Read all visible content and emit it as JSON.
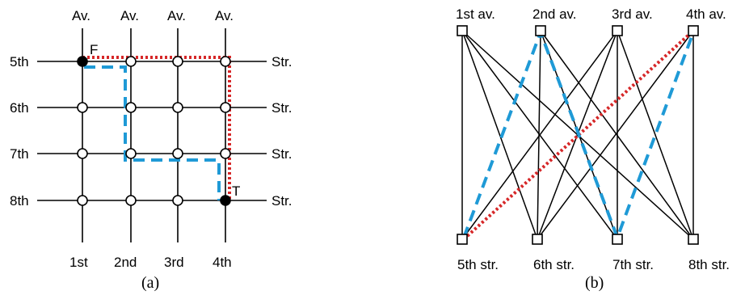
{
  "panel_a": {
    "caption": "(a)",
    "avenues": [
      "1st",
      "2nd",
      "3rd",
      "4th"
    ],
    "avenue_top_label": "Av.",
    "streets": [
      "5th",
      "6th",
      "7th",
      "8th"
    ],
    "street_right_label": "Str.",
    "start_label": "F",
    "end_label": "T",
    "colors": {
      "red_path": "#d62728",
      "blue_path": "#1f9ad6"
    }
  },
  "panel_b": {
    "caption": "(b)",
    "top_nodes": [
      "1st av.",
      "2nd av.",
      "3rd av.",
      "4th av."
    ],
    "bottom_nodes": [
      "5th str.",
      "6th str.",
      "7th str.",
      "8th str."
    ]
  }
}
